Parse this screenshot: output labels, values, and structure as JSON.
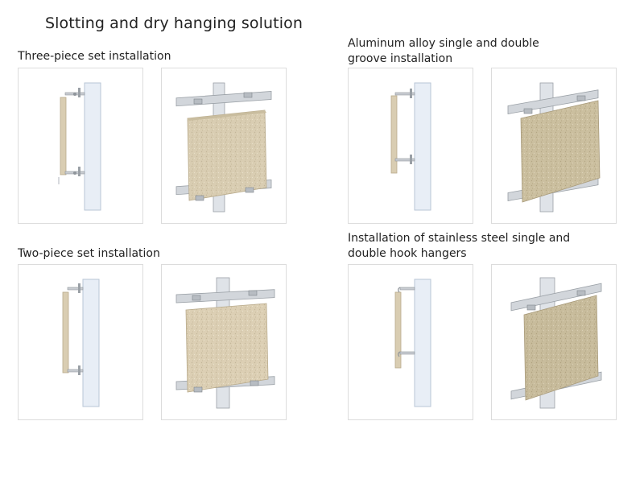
{
  "page": {
    "title": "Slotting and dry hanging solution"
  },
  "sections": [
    {
      "id": "three-piece",
      "label": "Three-piece set installation"
    },
    {
      "id": "aluminum-groove",
      "label_line1": "Aluminum alloy single and double",
      "label_line2": "groove installation"
    },
    {
      "id": "two-piece",
      "label": "Two-piece set installation"
    },
    {
      "id": "stainless-hook",
      "label_line1": "Installation of stainless steel single and",
      "label_line2": "double hook hangers"
    }
  ],
  "colors": {
    "stone": "#d9cdb2",
    "stone_dark": "#c4b79a",
    "column": "#e8eef6",
    "metal": "#c9cdd2",
    "metal_dark": "#9aa0a6",
    "panel_border": "#dcdcdc"
  }
}
